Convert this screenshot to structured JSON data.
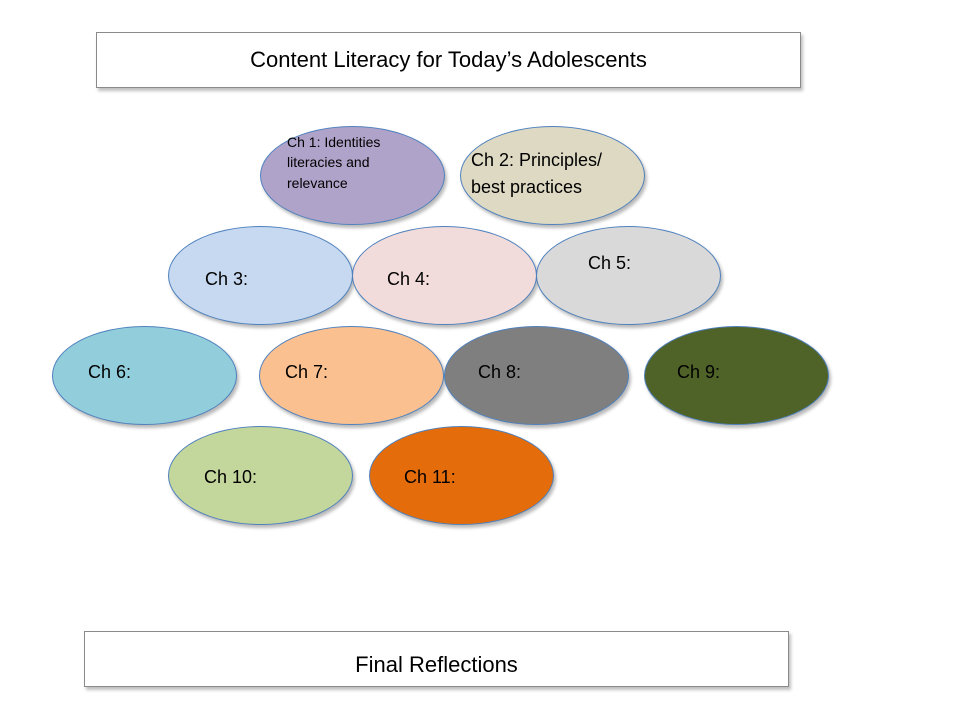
{
  "title": "Content Literacy for Today’s Adolescents",
  "footer": "Final Reflections",
  "chapters": [
    {
      "label": "Ch 1: Identities literacies and relevance",
      "color": "#b0a3c9"
    },
    {
      "label": "Ch 2: Principles/ best practices",
      "color": "#ddd9c3"
    },
    {
      "label": "Ch 3:",
      "color": "#c6d9f1"
    },
    {
      "label": "Ch 4:",
      "color": "#f2dcdb"
    },
    {
      "label": "Ch 5:",
      "color": "#d9d9d9"
    },
    {
      "label": "Ch 6:",
      "color": "#92cddc"
    },
    {
      "label": "Ch 7:",
      "color": "#fac090"
    },
    {
      "label": "Ch 8:",
      "color": "#7f7f7f"
    },
    {
      "label": "Ch 9:",
      "color": "#4f6228"
    },
    {
      "label": "Ch 10:",
      "color": "#c3d69b"
    },
    {
      "label": "Ch 11:",
      "color": "#e46c0a"
    }
  ]
}
